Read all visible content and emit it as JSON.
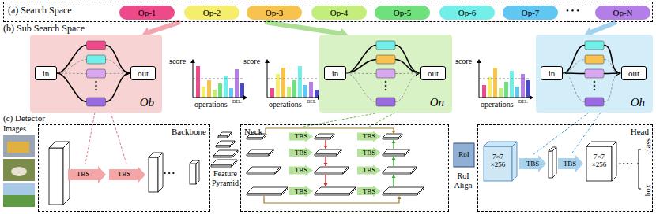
{
  "diagram": {
    "nodes": [
      {
        "text": [
          "(a) Search Space"
        ]
      },
      {
        "text": [
          "Op-1"
        ],
        "in": 0
      },
      {
        "text": [
          "Op-2"
        ],
        "in": 0
      },
      {
        "text": [
          "Op-3"
        ],
        "in": 0
      },
      {
        "text": [
          "Op-4"
        ],
        "in": 0
      },
      {
        "text": [
          "Op-5"
        ],
        "in": 0
      },
      {
        "text": [
          "Op-6"
        ],
        "in": 0
      },
      {
        "text": [
          "Op-7"
        ],
        "in": 0
      },
      {
        "text": [
          "Op-N"
        ],
        "in": 0
      },
      {
        "text": [
          "Ob"
        ]
      },
      {
        "text": [
          "in"
        ],
        "in": 9
      },
      {
        "text": [
          "out"
        ],
        "in": 9
      },
      {
        "text": [
          "On"
        ]
      },
      {
        "text": [
          "in"
        ],
        "in": 12
      },
      {
        "text": [
          "out"
        ],
        "in": 12
      },
      {
        "text": [
          "Oh"
        ]
      },
      {
        "text": [
          "in"
        ],
        "in": 15
      },
      {
        "text": [
          "out"
        ],
        "in": 15
      },
      {
        "text": [
          "Backbone"
        ]
      },
      {
        "text": [
          "Neck"
        ]
      },
      {
        "text": [
          "Head"
        ]
      }
    ],
    "edges": [
      {
        "from": 0,
        "to": 9,
        "arrow": "to"
      },
      {
        "from": 0,
        "to": 12,
        "arrow": "to"
      },
      {
        "from": 0,
        "to": 15,
        "arrow": "to"
      }
    ],
    "labels": [
      "• • •",
      "(b) Sub Search Space",
      "score",
      "operations",
      "DEL",
      "score",
      "operations",
      "DEL",
      "score",
      "operations",
      "DEL",
      "(c) Detector",
      "Images",
      "TBS",
      "TBS",
      "• • •",
      "Feature Pyramid",
      "TBS",
      "TBS",
      "TBS",
      "TBS",
      "TBS",
      "TBS",
      "TBS",
      "TBS",
      "RoI",
      "RoI Align",
      "7×7 ×256",
      "TBS",
      "TBS",
      "7×7 ×256",
      "• • • •",
      "class",
      "box"
    ]
  }
}
